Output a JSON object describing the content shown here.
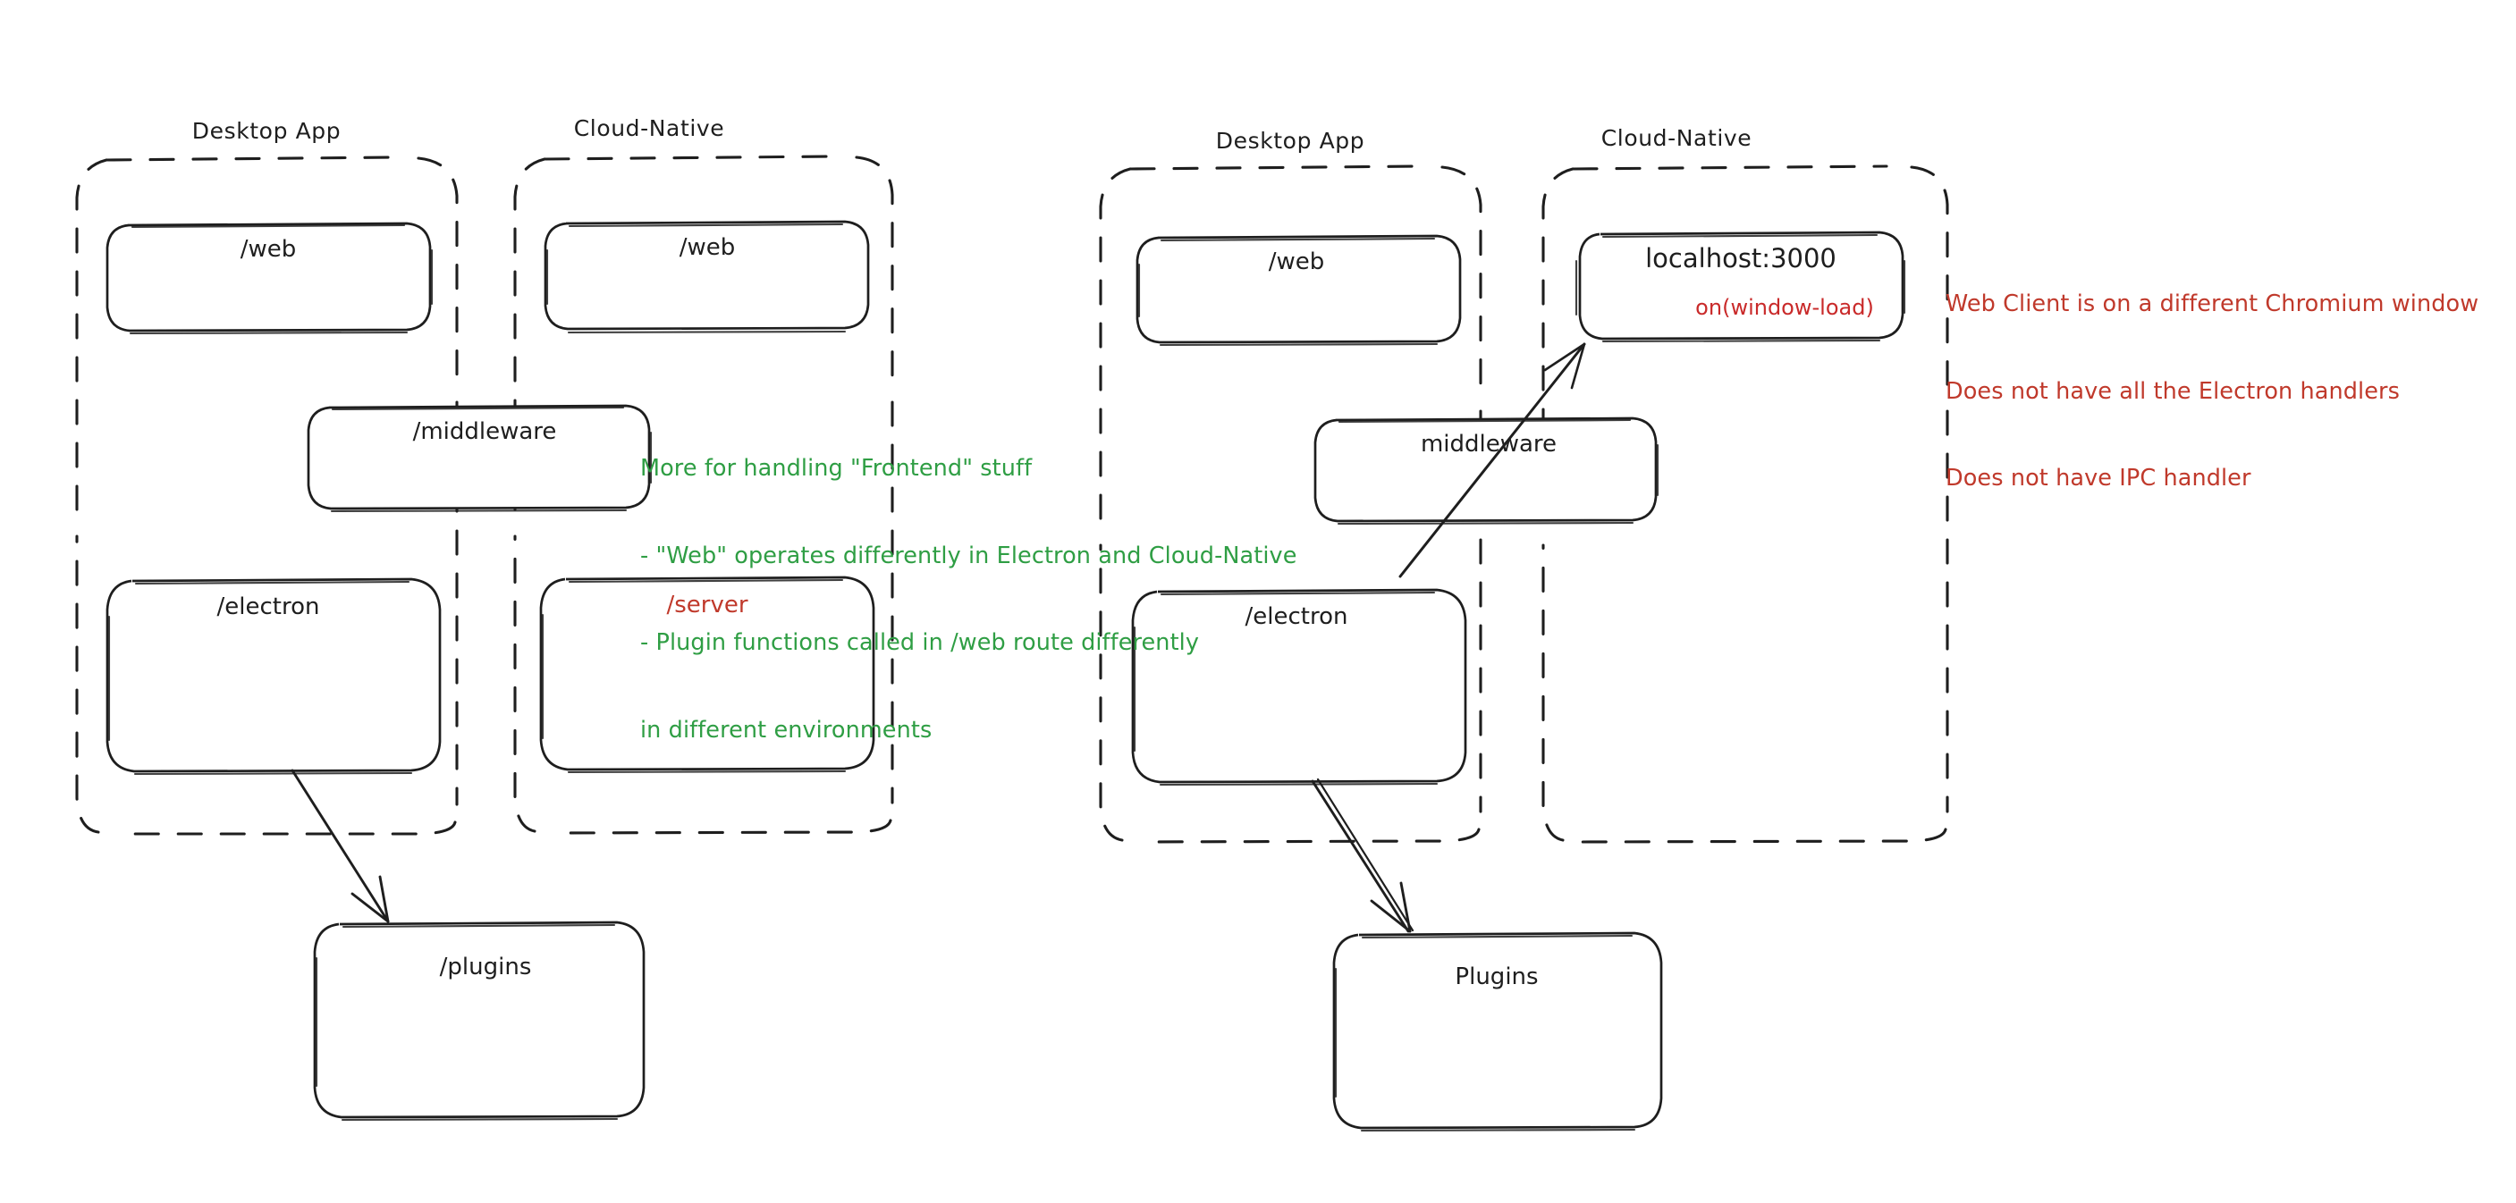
{
  "diagram": {
    "title": "Electron vs Cloud-Native architecture sketch",
    "style": "hand-drawn",
    "background": "#ffffff",
    "colors": {
      "stroke": "#1e1e1e",
      "green_annotation": "#2f9e44",
      "red_annotation": "#c0392b",
      "red_label": "#c92a2a"
    }
  },
  "left_diagram": {
    "groups": [
      {
        "id": "left-desktop-app",
        "label": "Desktop App"
      },
      {
        "id": "left-cloud-native",
        "label": "Cloud-Native"
      }
    ],
    "nodes": [
      {
        "id": "left-desktop-web",
        "label": "/web",
        "color": "#1e1e1e"
      },
      {
        "id": "left-cloud-web",
        "label": "/web",
        "color": "#1e1e1e"
      },
      {
        "id": "left-middleware",
        "label": "/middleware",
        "color": "#1e1e1e"
      },
      {
        "id": "left-electron",
        "label": "/electron",
        "color": "#1e1e1e"
      },
      {
        "id": "left-server",
        "label": "/server",
        "color": "#c0392b"
      },
      {
        "id": "left-plugins",
        "label": "/plugins",
        "color": "#1e1e1e"
      }
    ],
    "annotation": {
      "color": "#2f9e44",
      "lines": [
        "More for handling \"Frontend\" stuff",
        "- \"Web\" operates differently in Electron and Cloud-Native",
        "- Plugin functions called in /web route differently",
        "in different environments"
      ]
    },
    "arrows": [
      {
        "id": "left-electron-to-plugins",
        "from": "left-electron",
        "to": "left-plugins"
      }
    ]
  },
  "right_diagram": {
    "groups": [
      {
        "id": "right-desktop-app",
        "label": "Desktop App"
      },
      {
        "id": "right-cloud-native",
        "label": "Cloud-Native"
      }
    ],
    "nodes": [
      {
        "id": "right-desktop-web",
        "label": "/web",
        "color": "#1e1e1e"
      },
      {
        "id": "right-localhost",
        "label": "localhost:3000",
        "sub_label": "on(window-load)",
        "color": "#1e1e1e",
        "sub_color": "#c92a2a"
      },
      {
        "id": "right-middleware",
        "label": "middleware",
        "color": "#1e1e1e"
      },
      {
        "id": "right-electron",
        "label": "/electron",
        "color": "#1e1e1e"
      },
      {
        "id": "right-plugins",
        "label": "Plugins",
        "color": "#1e1e1e"
      }
    ],
    "annotation": {
      "color": "#c0392b",
      "lines": [
        "Web Client is on a different Chromium window",
        "Does not have all the Electron handlers",
        "Does not have IPC handler"
      ]
    },
    "arrows": [
      {
        "id": "right-electron-to-plugins",
        "from": "right-electron",
        "to": "right-plugins"
      },
      {
        "id": "right-electron-to-localhost",
        "from": "right-electron",
        "to": "right-localhost"
      }
    ]
  }
}
